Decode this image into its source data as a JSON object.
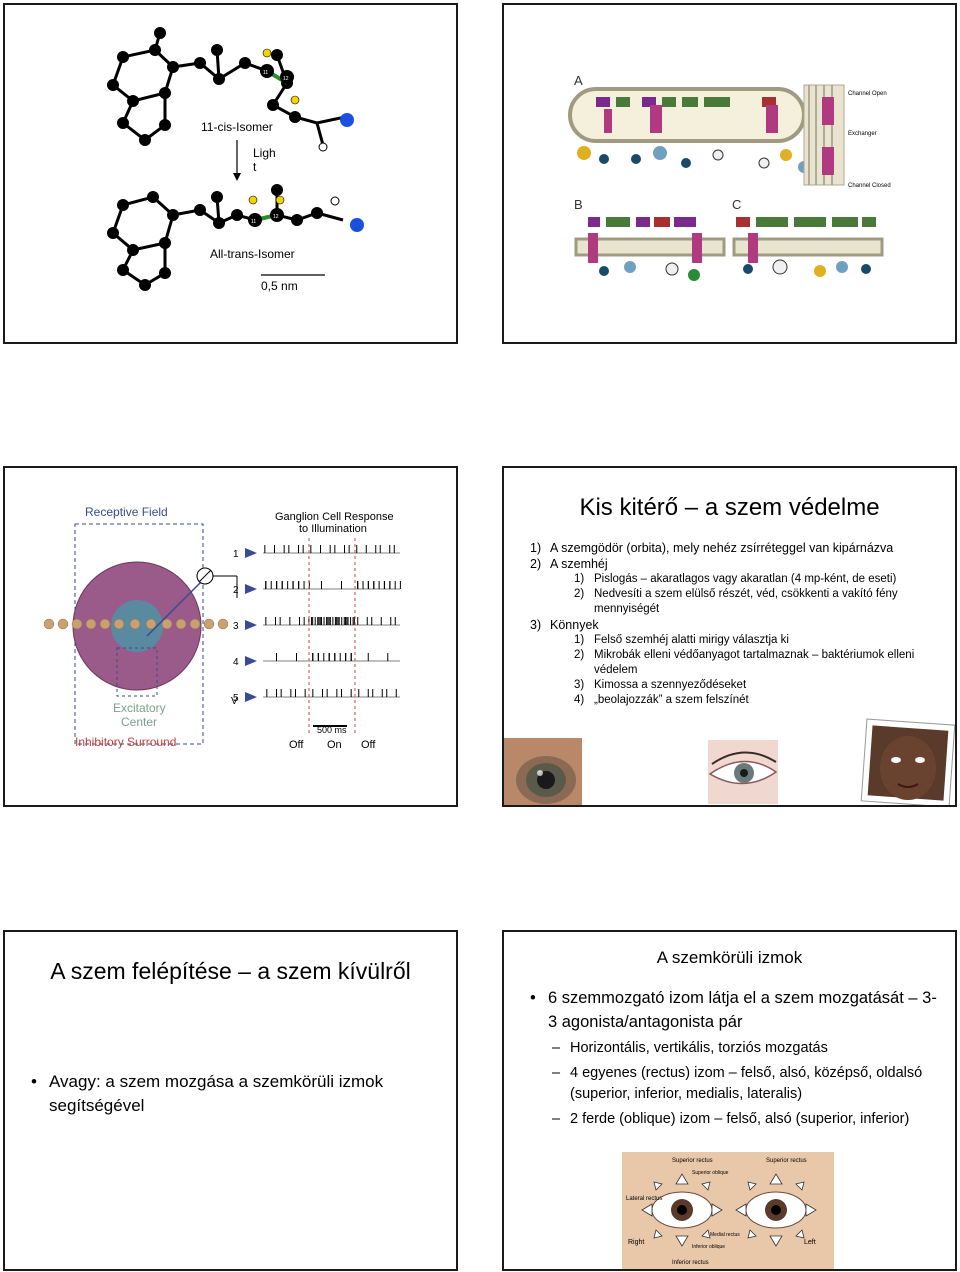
{
  "slide1": {
    "isomer_cis": "11-cis-Isomer",
    "light_label_1": "Ligh",
    "light_label_2": "t",
    "isomer_trans": "All-trans-Isomer",
    "scale_label": "0,5 nm",
    "atom_11": "11",
    "atom_12": "12"
  },
  "slide2": {
    "panel_a": "A",
    "panel_b": "B",
    "panel_c": "C",
    "channel_open": "Channel Open",
    "exchanger": "Exchanger",
    "channel_closed": "Channel Closed"
  },
  "slide3": {
    "receptive_field": "Receptive Field",
    "response_title_1": "Ganglion Cell Response",
    "response_title_2": "to Illumination",
    "rows": [
      "1",
      "2",
      "3",
      "4",
      "5"
    ],
    "excitatory_1": "Excitatory",
    "excitatory_2": "Center",
    "inhibitory": "Inhibitory Surround",
    "voltage": "V",
    "time_scale": "500 ms",
    "off_1": "Off",
    "on": "On",
    "off_2": "Off"
  },
  "slide4": {
    "title": "Kis kitérő – a szem védelme",
    "items": [
      {
        "level": 1,
        "num": "1)",
        "text": "A szemgödör (orbita), mely nehéz zsírréteggel van kipárnázva"
      },
      {
        "level": 1,
        "num": "2)",
        "text": "A szemhéj"
      },
      {
        "level": 2,
        "num": "1)",
        "text": "Pislogás – akaratlagos vagy akaratlan (4 mp-ként, de eseti)"
      },
      {
        "level": 2,
        "num": "2)",
        "text": "Nedvesíti a szem elülső részét, véd, csökkenti a vakító fény mennyiségét"
      },
      {
        "level": 1,
        "num": "3)",
        "text": "Könnyek"
      },
      {
        "level": 2,
        "num": "1)",
        "text": "Felső szemhéj alatti mirigy választja ki"
      },
      {
        "level": 2,
        "num": "2)",
        "text": "Mikrobák elleni védőanyagot tartalmaznak – baktériumok elleni védelem"
      },
      {
        "level": 2,
        "num": "3)",
        "text": "Kimossa a szennyeződéseket"
      },
      {
        "level": 2,
        "num": "4)",
        "text": "„beolajozzák” a szem felszínét"
      }
    ]
  },
  "slide5": {
    "title": "A szem felépítése – a szem kívülről",
    "bullet": "Avagy: a szem mozgása a szemkörüli izmok segítségével"
  },
  "slide6": {
    "title": "A szemkörüli izmok",
    "bullet": "6 szemmozgató izom látja el a szem mozgatását – 3-3 agonista/antagonista pár",
    "subitems": [
      "Horizontális, vertikális, torziós mozgatás",
      "4 egyenes (rectus) izom – felső, alsó, középső, oldalsó (superior, inferior, medialis, lateralis)",
      "2 ferde (oblique) izom – felső, alsó (superior, inferior)"
    ],
    "figure_labels": {
      "superior_rectus": "Superior rectus",
      "superior_oblique": "Superior oblique",
      "lateral_rectus": "Lateral rectus",
      "medial_rectus": "Medial rectus",
      "inferior_oblique": "Inferior oblique",
      "inferior_rectus": "Inferior rectus",
      "right": "Right",
      "left": "Left"
    }
  }
}
